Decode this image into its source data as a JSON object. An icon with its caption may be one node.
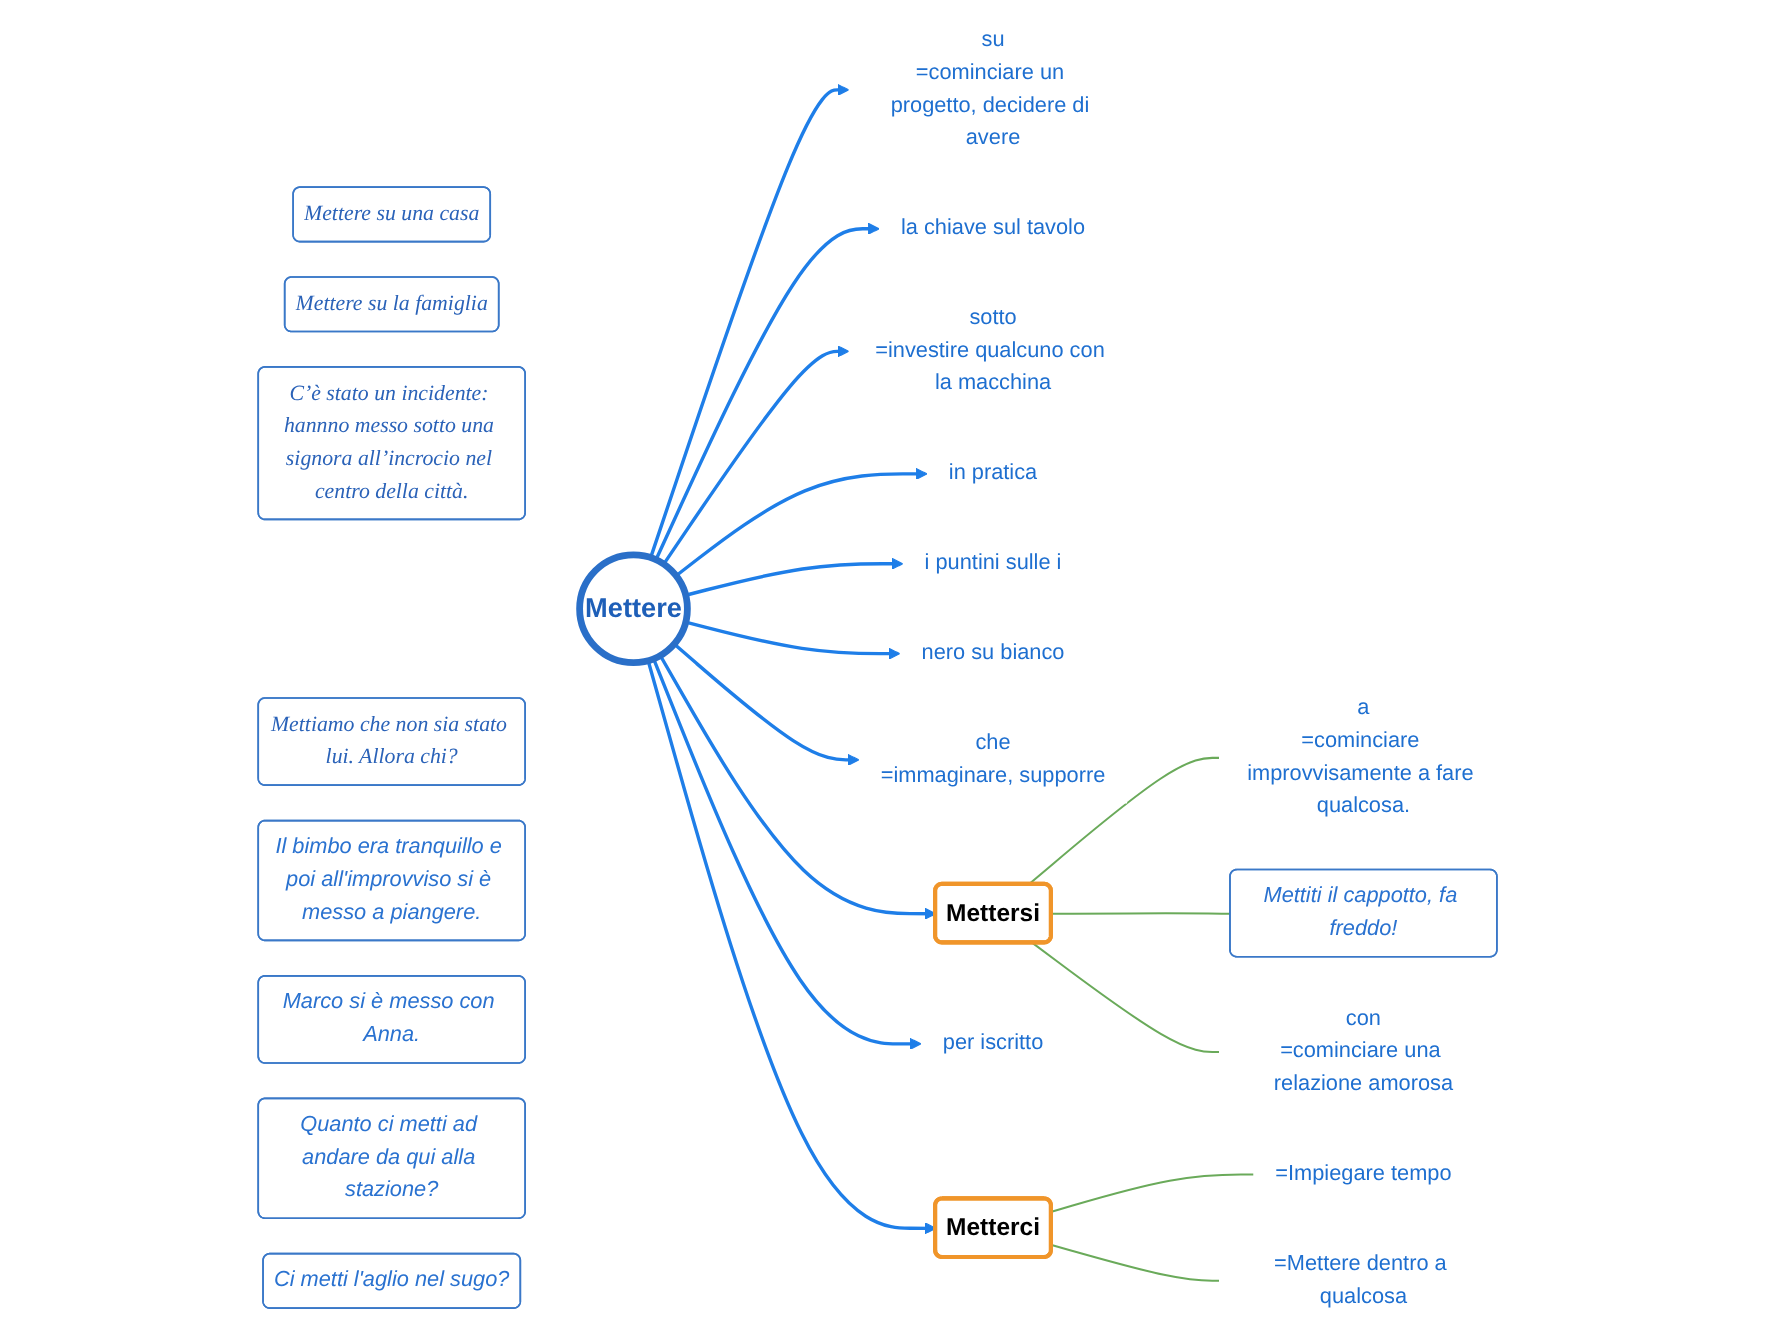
{
  "diagram": {
    "nodes": [
      {
        "text": [
          "Mettere su una casa"
        ]
      },
      {
        "text": [
          "Mettere su la famiglia"
        ]
      },
      {
        "text": [
          "C’è stato un incidente: hannno messo sotto una signora all’incrocio nel centro della città."
        ]
      },
      {
        "text": [
          "su",
          "=cominciare un progetto, decidere di avere"
        ]
      },
      {
        "text": [
          "la chiave sul tavolo"
        ]
      },
      {
        "text": [
          "sotto",
          "=investire qualcuno con la macchina"
        ]
      },
      {
        "text": [
          "in pratica"
        ]
      },
      {
        "text": [
          "i puntini sulle i"
        ]
      },
      {
        "text": [
          "nero su bianco"
        ]
      },
      {
        "text": [
          "che",
          "=immaginare, supporre"
        ]
      },
      {
        "text": [
          "Mettere"
        ]
      },
      {
        "text": [
          "Mettiamo che non sia stato lui. Allora chi?"
        ]
      },
      {
        "text": [
          "Mettersi"
        ]
      },
      {
        "text": [
          "con",
          "=cominciare una relazione amorosa"
        ]
      },
      {
        "text": [
          "a",
          "=cominciare improvvisamente a fare qualcosa."
        ]
      },
      {
        "text": [
          "per iscritto"
        ]
      },
      {
        "text": [
          "Metterci"
        ]
      },
      {
        "text": [
          "Il bimbo era tranquillo e poi all'improvviso si è messo a piangere."
        ]
      },
      {
        "text": [
          "Marco si è messo con Anna."
        ]
      },
      {
        "text": [
          "=Impiegare tempo"
        ]
      },
      {
        "text": [
          "=Mettere dentro a qualcosa"
        ]
      },
      {
        "text": [
          "Mettiti il cappotto, fa freddo!"
        ]
      },
      {
        "text": [
          "Quanto ci metti ad andare da qui alla stazione?"
        ]
      },
      {
        "text": [
          "Ci metti l'aglio nel sugo?"
        ]
      }
    ],
    "edges": [
      {
        "from": 10,
        "to": 3,
        "arrow": "to"
      },
      {
        "from": 10,
        "to": 5,
        "arrow": "to"
      },
      {
        "from": 10,
        "to": 9,
        "arrow": "to"
      },
      {
        "from": 10,
        "to": 4,
        "arrow": "to"
      },
      {
        "from": 10,
        "to": 6,
        "arrow": "to"
      },
      {
        "from": 10,
        "to": 7,
        "arrow": "to"
      },
      {
        "from": 10,
        "to": 8,
        "arrow": "to"
      },
      {
        "from": 10,
        "to": 12,
        "arrow": "to"
      },
      {
        "from": 10,
        "to": 15,
        "arrow": "to"
      },
      {
        "from": 10,
        "to": 16,
        "arrow": "to"
      },
      {
        "from": 16,
        "to": 19,
        "arrow": "none",
        "color": "#6aaa5a"
      },
      {
        "from": 16,
        "to": 20,
        "arrow": "none",
        "color": "#6aaa5a"
      },
      {
        "from": 12,
        "to": 14,
        "arrow": "none",
        "color": "#6aaa5a"
      },
      {
        "from": 12,
        "to": 21,
        "arrow": "none",
        "color": "#6aaa5a"
      },
      {
        "from": 12,
        "to": 13,
        "arrow": "none",
        "color": "#6aaa5a"
      }
    ]
  }
}
